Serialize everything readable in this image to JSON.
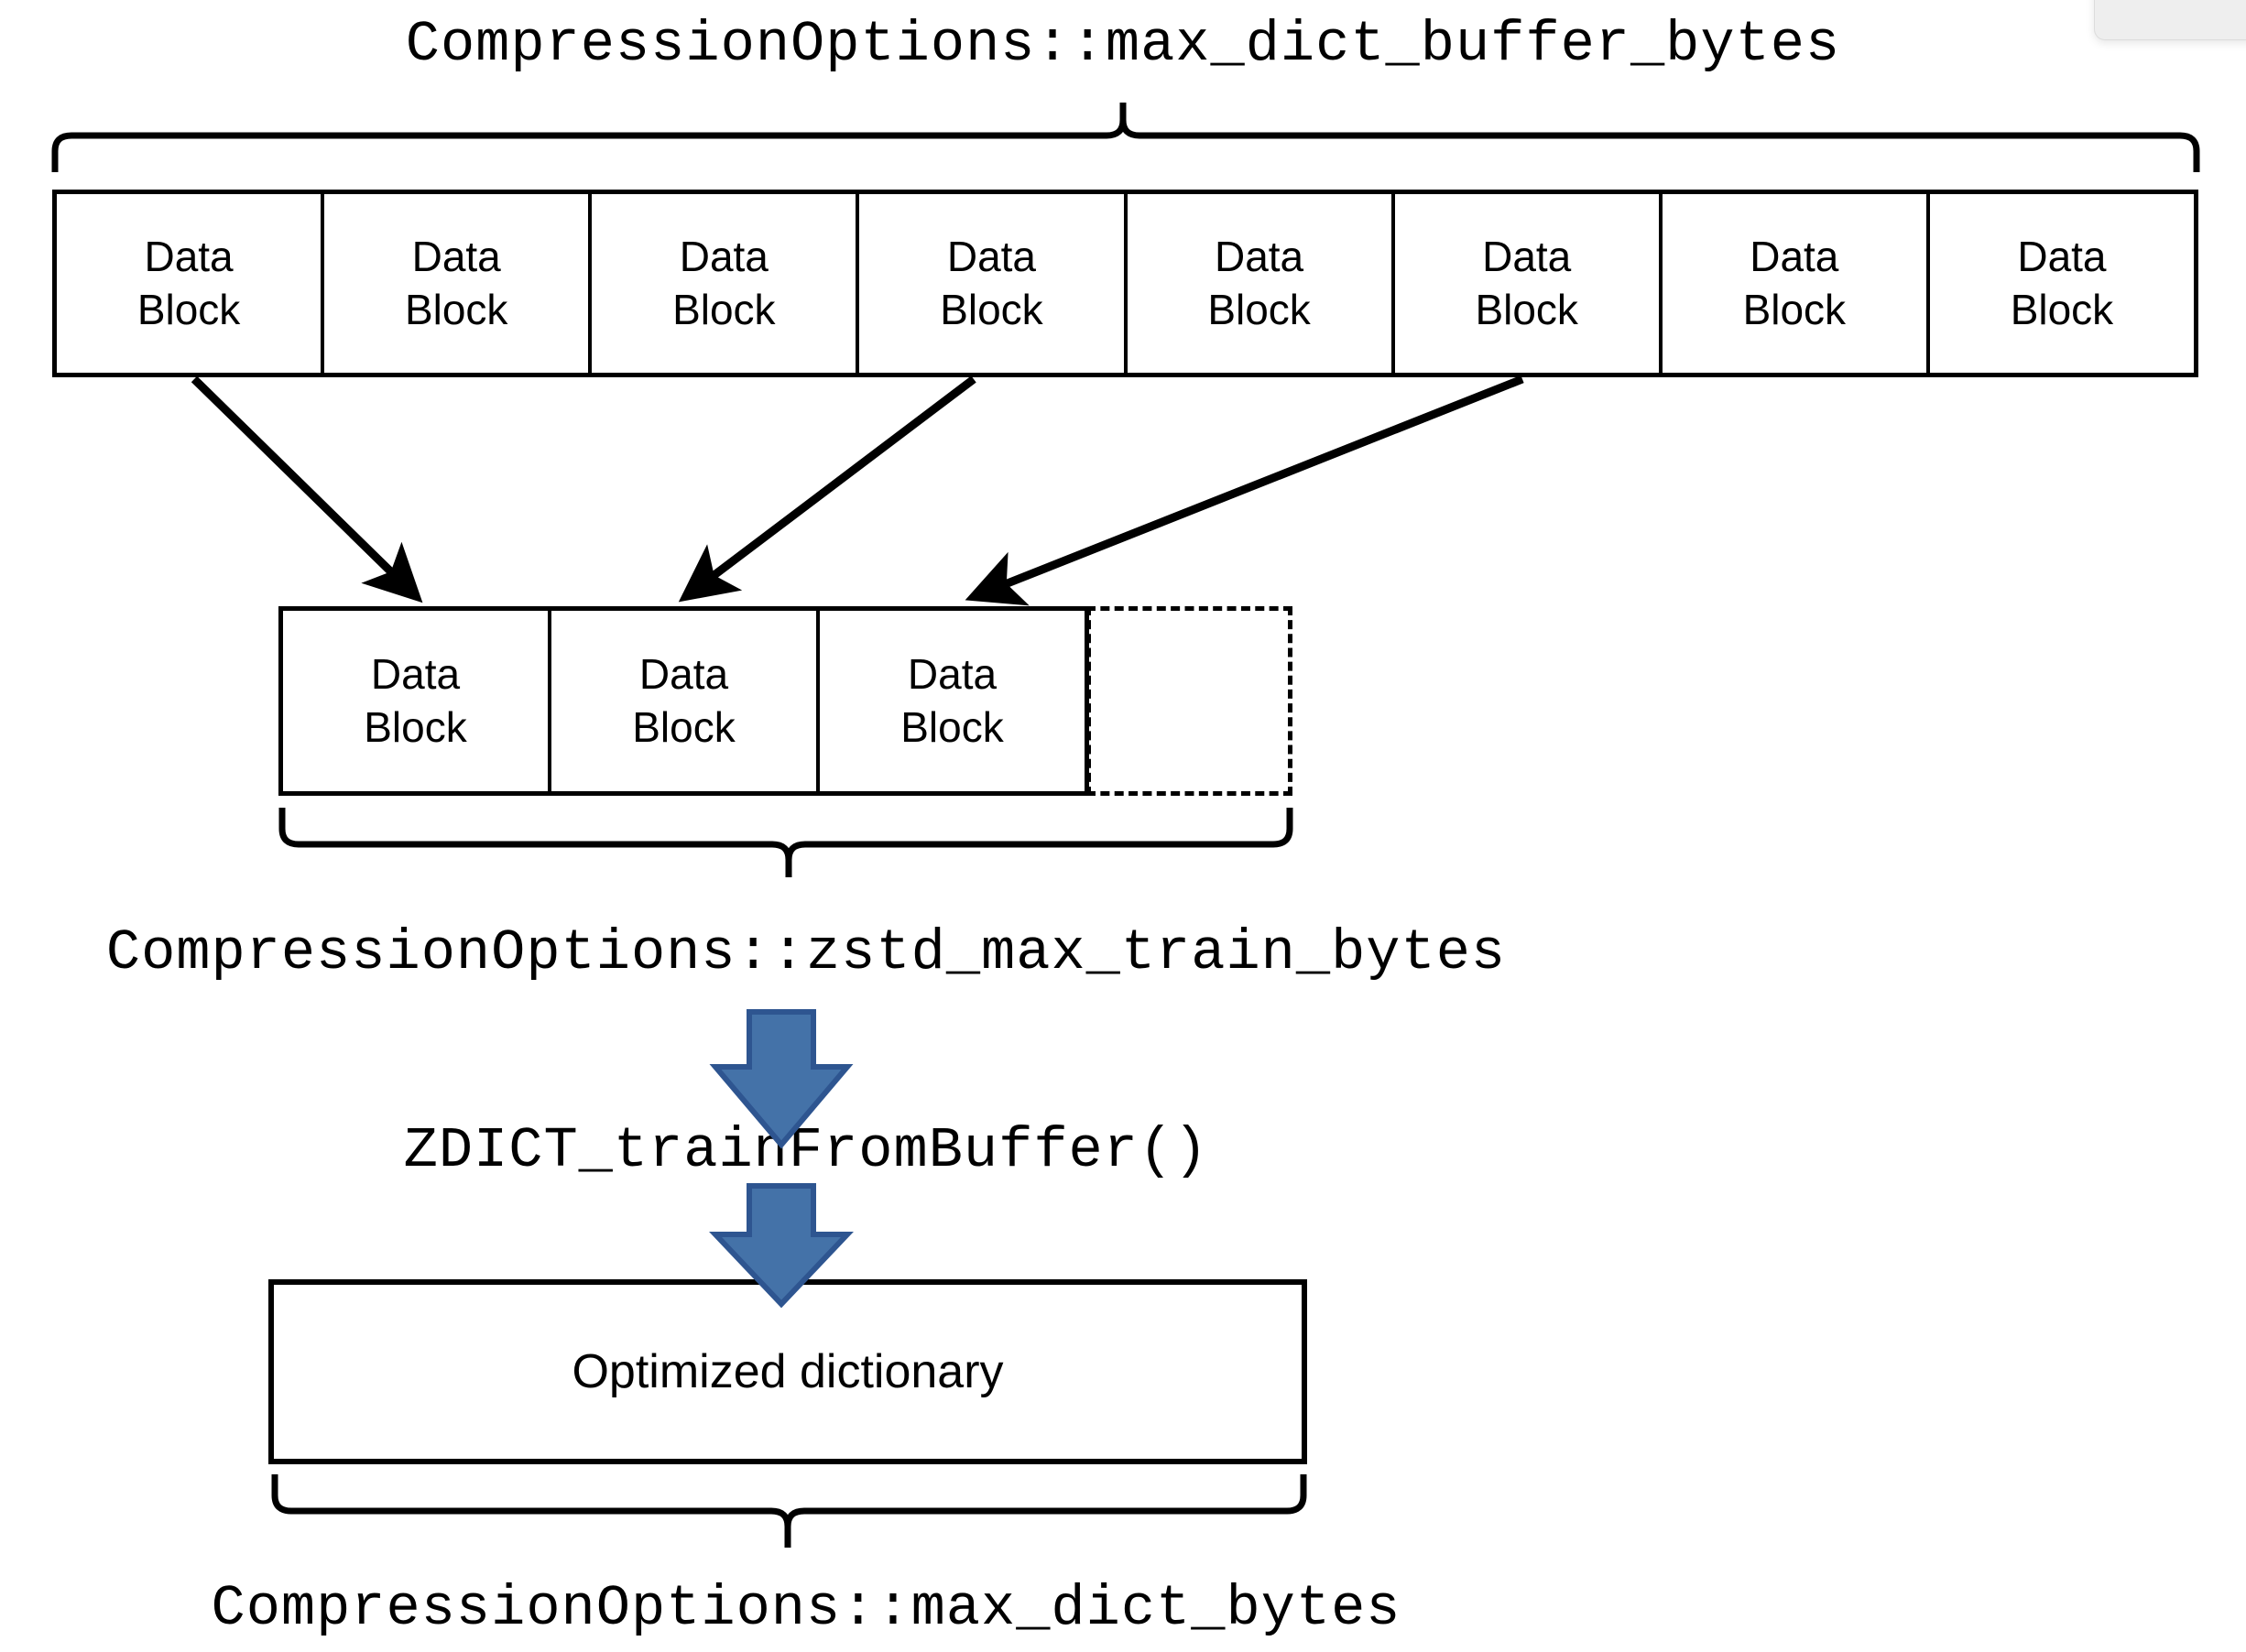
{
  "diagram": {
    "title_label": "CompressionOptions::max_dict_buffer_bytes",
    "train_bytes_label": "CompressionOptions::zstd_max_train_bytes",
    "function_label": "ZDICT_trainFromBuffer()",
    "max_dict_bytes_label": "CompressionOptions::max_dict_bytes",
    "dictionary_label": "Optimized dictionary",
    "block_text_line1": "Data",
    "block_text_line2": "Block",
    "top_row": {
      "count": 8,
      "blocks": [
        {
          "line1": "Data",
          "line2": "Block"
        },
        {
          "line1": "Data",
          "line2": "Block"
        },
        {
          "line1": "Data",
          "line2": "Block"
        },
        {
          "line1": "Data",
          "line2": "Block"
        },
        {
          "line1": "Data",
          "line2": "Block"
        },
        {
          "line1": "Data",
          "line2": "Block"
        },
        {
          "line1": "Data",
          "line2": "Block"
        },
        {
          "line1": "Data",
          "line2": "Block"
        }
      ]
    },
    "middle_row": {
      "count": 3,
      "blocks": [
        {
          "line1": "Data",
          "line2": "Block"
        },
        {
          "line1": "Data",
          "line2": "Block"
        },
        {
          "line1": "Data",
          "line2": "Block"
        }
      ],
      "has_dashed_placeholder": true
    },
    "arrows": {
      "sampling_arrow_count": 3,
      "flow_arrow_count": 2,
      "flow_arrow_fill": "#4472a8",
      "flow_arrow_stroke": "#2e5590"
    },
    "braces": {
      "top_brace_label_ref": "max_dict_buffer_bytes",
      "middle_brace_label_ref": "zstd_max_train_bytes",
      "bottom_brace_label_ref": "max_dict_bytes"
    },
    "colors": {
      "stroke": "#000000",
      "background": "#ffffff",
      "arrow_blue_fill": "#4472a8",
      "arrow_blue_stroke": "#2e5590"
    }
  }
}
